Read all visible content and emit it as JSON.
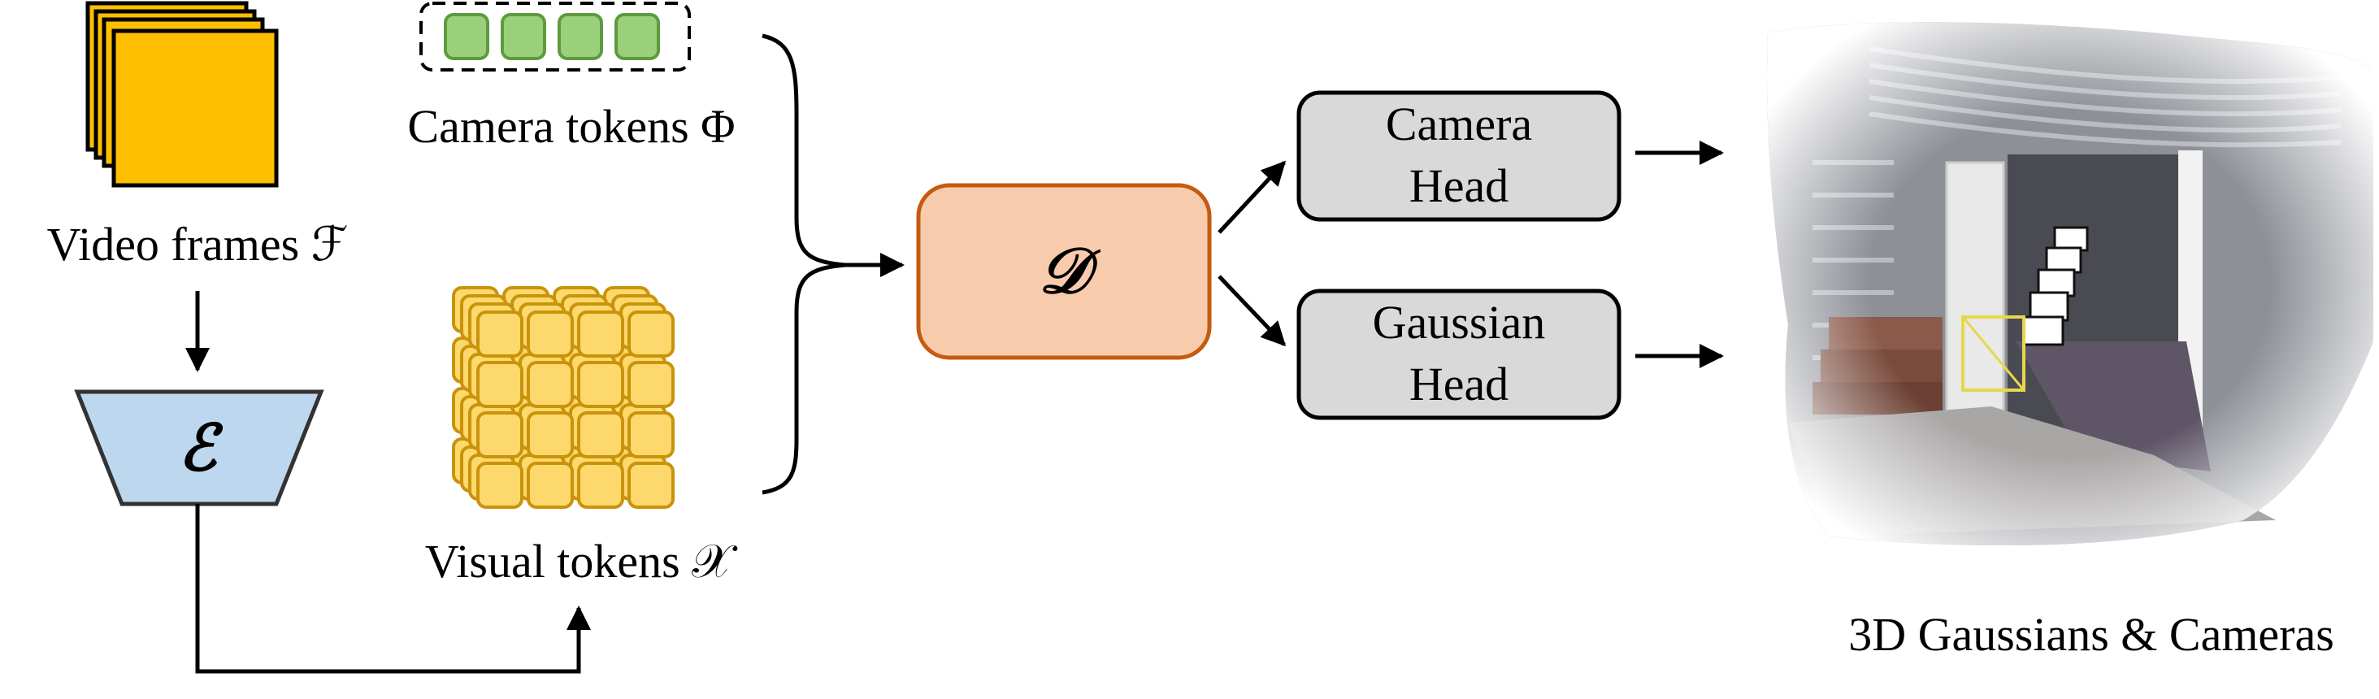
{
  "labels": {
    "video_frames": "Video frames ℱ",
    "camera_tokens": "Camera tokens Φ",
    "visual_tokens": "Visual tokens 𝒳",
    "encoder": "ℰ",
    "decoder": "𝒟",
    "camera_head": [
      "Camera",
      "Head"
    ],
    "gaussian_head": [
      "Gaussian",
      "Head"
    ],
    "output_caption": "3D Gaussians & Cameras"
  },
  "colors": {
    "frame_fill": "#FDBF00",
    "camera_token_fill": "#9BD07B",
    "camera_token_stroke": "#5E9A3E",
    "visual_token_fill": "#FDD86C",
    "visual_token_stroke": "#C9930A",
    "encoder_fill": "#BDD7EE",
    "decoder_fill": "#F8CBAD",
    "decoder_stroke": "#C55A11",
    "head_fill": "#D9D9D9"
  },
  "icons": {
    "frames": "stacked-frames-icon",
    "camera_tokens": "token-row-icon",
    "visual_tokens": "token-cube-icon",
    "scene": "scene-render-icon"
  }
}
